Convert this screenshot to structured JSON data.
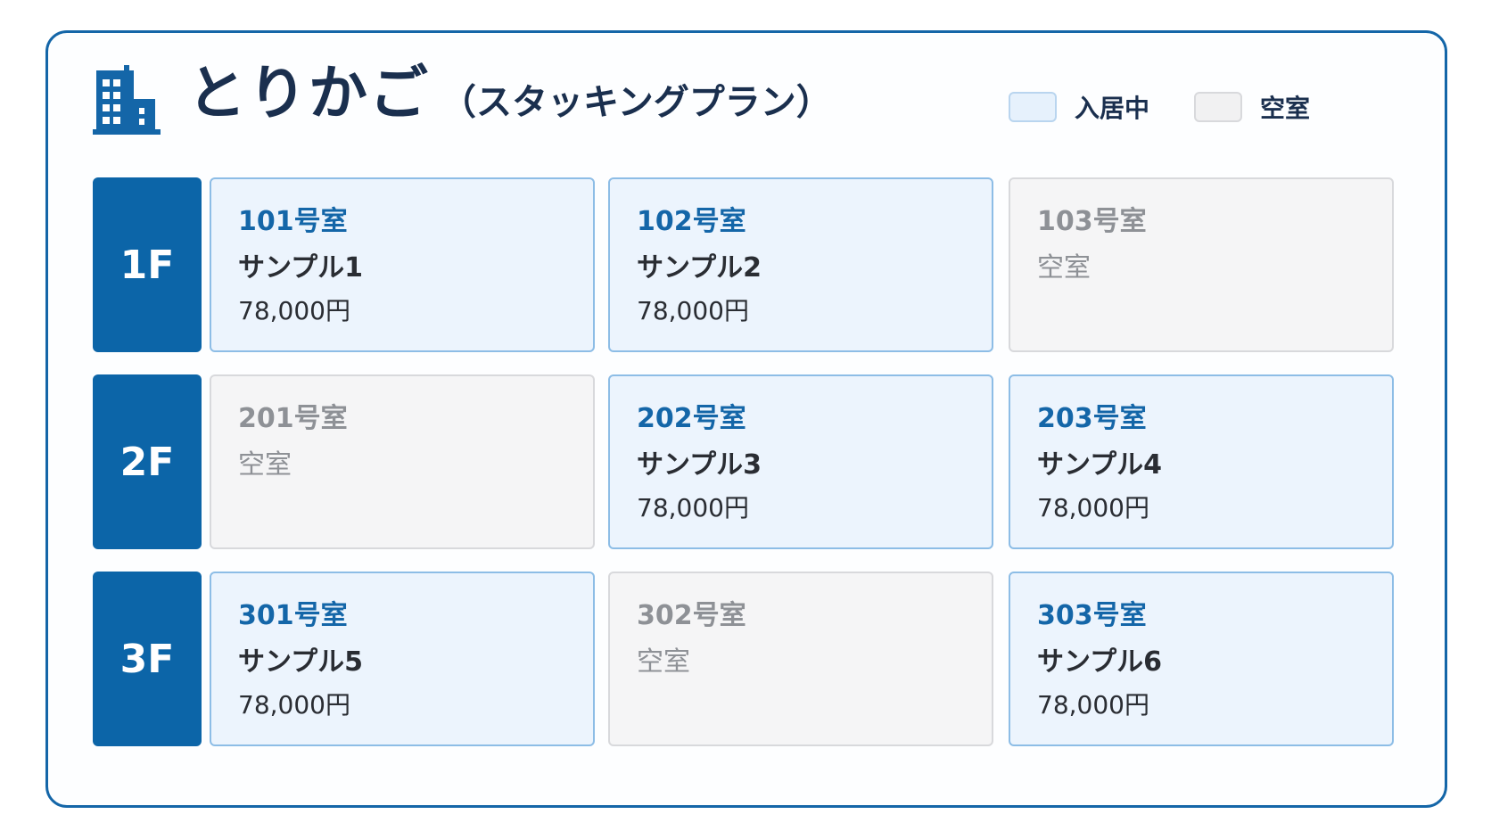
{
  "header": {
    "title": "とりかご",
    "subtitle": "（スタッキングプラン）",
    "logo_icon": "building-icon"
  },
  "legend": {
    "occupied_label": "入居中",
    "vacant_label": "空室",
    "occupied_color": "#ecf4fd",
    "vacant_color": "#f5f5f6"
  },
  "colors": {
    "accent": "#0c65a8",
    "frame_border": "#1466a8",
    "title_text": "#1a2f4e"
  },
  "floors": [
    {
      "label": "1F",
      "rooms": [
        {
          "number": "101号室",
          "tenant": "サンプル1",
          "rent": "78,000円",
          "status": "occupied"
        },
        {
          "number": "102号室",
          "tenant": "サンプル2",
          "rent": "78,000円",
          "status": "occupied"
        },
        {
          "number": "103号室",
          "tenant": "空室",
          "rent": "",
          "status": "vacant"
        }
      ]
    },
    {
      "label": "2F",
      "rooms": [
        {
          "number": "201号室",
          "tenant": "空室",
          "rent": "",
          "status": "vacant"
        },
        {
          "number": "202号室",
          "tenant": "サンプル3",
          "rent": "78,000円",
          "status": "occupied"
        },
        {
          "number": "203号室",
          "tenant": "サンプル4",
          "rent": "78,000円",
          "status": "occupied"
        }
      ]
    },
    {
      "label": "3F",
      "rooms": [
        {
          "number": "301号室",
          "tenant": "サンプル5",
          "rent": "78,000円",
          "status": "occupied"
        },
        {
          "number": "302号室",
          "tenant": "空室",
          "rent": "",
          "status": "vacant"
        },
        {
          "number": "303号室",
          "tenant": "サンプル6",
          "rent": "78,000円",
          "status": "occupied"
        }
      ]
    }
  ]
}
